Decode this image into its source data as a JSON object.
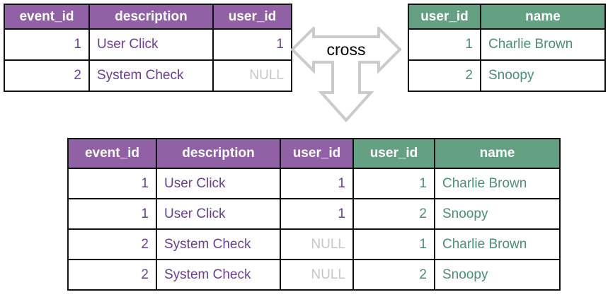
{
  "diagram": {
    "operator_label": "cross"
  },
  "tables": {
    "events": {
      "headers": [
        "event_id",
        "description",
        "user_id"
      ],
      "rows": [
        [
          "1",
          "User Click",
          "1"
        ],
        [
          "2",
          "System Check",
          "NULL"
        ]
      ]
    },
    "users": {
      "headers": [
        "user_id",
        "name"
      ],
      "rows": [
        [
          "1",
          "Charlie Brown"
        ],
        [
          "2",
          "Snoopy"
        ]
      ]
    },
    "result": {
      "headers": [
        "event_id",
        "description",
        "user_id",
        "user_id",
        "name"
      ],
      "rows": [
        [
          "1",
          "User Click",
          "1",
          "1",
          "Charlie Brown"
        ],
        [
          "1",
          "User Click",
          "1",
          "2",
          "Snoopy"
        ],
        [
          "2",
          "System Check",
          "NULL",
          "1",
          "Charlie Brown"
        ],
        [
          "2",
          "System Check",
          "NULL",
          "2",
          "Snoopy"
        ]
      ]
    }
  },
  "colors": {
    "events_header_bg": "#9161a6",
    "users_header_bg": "#64a183",
    "events_text": "#6a3e96",
    "users_text": "#4a9075",
    "null_text": "#c6c6c6",
    "border": "#111111",
    "arrow_outline": "#cbcbcb"
  }
}
